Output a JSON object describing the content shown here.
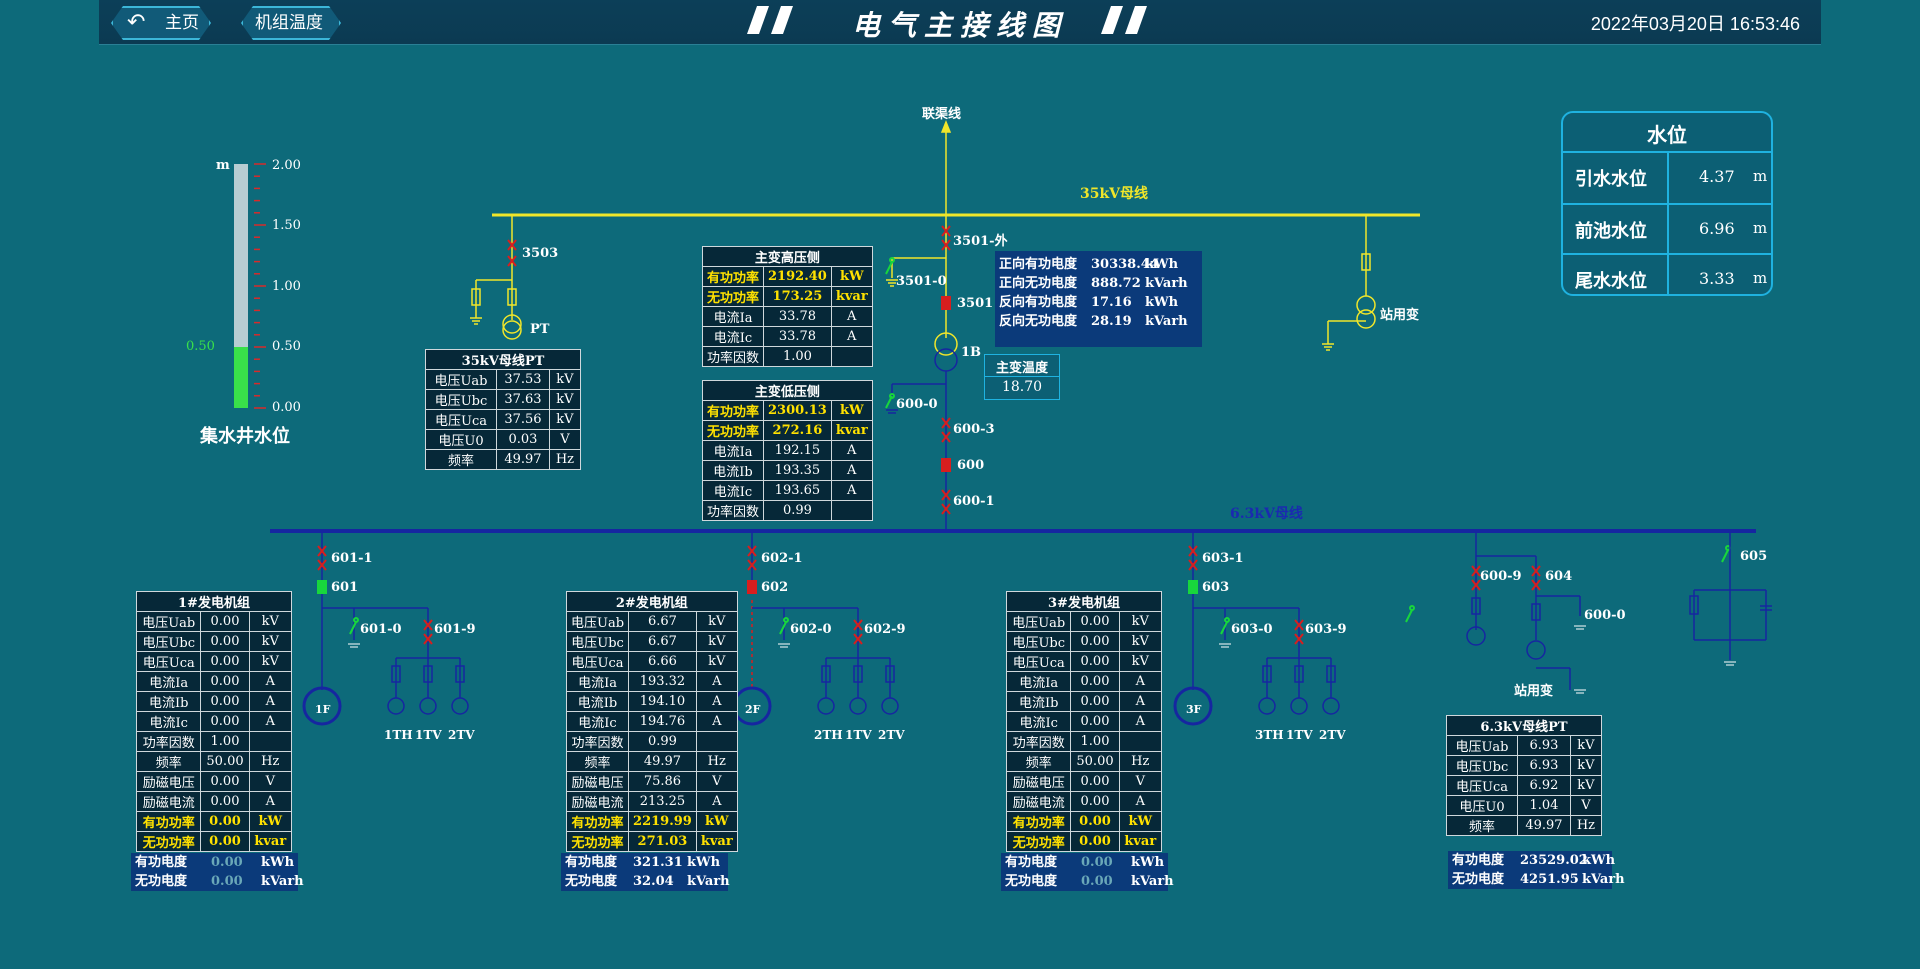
{
  "header": {
    "home_label": "主页",
    "temp_label": "机组温度",
    "title": "电气主接线图",
    "datetime": "2022年03月20日 16:53:46"
  },
  "colors": {
    "background": "#0d6a7a",
    "bus35": "#f0e62a",
    "bus63": "#1626a0",
    "closed": "#d81e1e",
    "open": "#18d63c",
    "highlight": "#ffe100"
  },
  "sump": {
    "unit": "m",
    "ticks": [
      "2.00",
      "1.50",
      "1.00",
      "0.50",
      "0.00"
    ],
    "value_text": "0.50",
    "level_fraction": 0.25,
    "label": "集水井水位"
  },
  "water": {
    "title": "水位",
    "rows": [
      {
        "label": "引水水位",
        "value": "4.37",
        "unit": "m"
      },
      {
        "label": "前池水位",
        "value": "6.96",
        "unit": "m"
      },
      {
        "label": "尾水水位",
        "value": "3.33",
        "unit": "m"
      }
    ]
  },
  "labels": {
    "liangqu": "联渠线",
    "bus35": "35kV母线",
    "bus63": "6.3kV母线",
    "zhanyongbian": "站用变",
    "zhanyongbian2": "站用变",
    "s3503": "3503",
    "pt": "PT",
    "s3501w": "3501-外",
    "s35010": "3501-0",
    "s3501": "3501",
    "b1": "1B",
    "s6000": "600-0",
    "s6003": "600-3",
    "s600": "600",
    "s6001": "600-1",
    "s6011": "601-1",
    "s601": "601",
    "s6010": "601-0",
    "s6019": "601-9",
    "s6021": "602-1",
    "s602": "602",
    "s6020": "602-0",
    "s6029": "602-9",
    "s6031": "603-1",
    "s603": "603",
    "s6030": "603-0",
    "s6039": "603-9",
    "s6009": "600-9",
    "s604": "604",
    "s6000b": "600-0",
    "s605": "605",
    "g1": "1F",
    "g2": "2F",
    "g3": "3F",
    "g1pt": [
      "1TH",
      "1TV",
      "2TV"
    ],
    "g2pt": [
      "2TH",
      "1TV",
      "2TV"
    ],
    "g3pt": [
      "3TH",
      "1TV",
      "2TV"
    ]
  },
  "pt35": {
    "title": "35kV母线PT",
    "rows": [
      [
        "电压Uab",
        "37.53",
        "kV"
      ],
      [
        "电压Ubc",
        "37.63",
        "kV"
      ],
      [
        "电压Uca",
        "37.56",
        "kV"
      ],
      [
        "电压U0",
        "0.03",
        "V"
      ],
      [
        "频率",
        "49.97",
        "Hz"
      ]
    ]
  },
  "hv": {
    "title": "主变高压侧",
    "rows": [
      [
        "有功功率",
        "2192.40",
        "kW",
        true
      ],
      [
        "无功功率",
        "173.25",
        "kvar",
        true
      ],
      [
        "电流Ia",
        "33.78",
        "A",
        false
      ],
      [
        "电流Ic",
        "33.78",
        "A",
        false
      ],
      [
        "功率因数",
        "1.00",
        "",
        false
      ]
    ]
  },
  "lv": {
    "title": "主变低压侧",
    "rows": [
      [
        "有功功率",
        "2300.13",
        "kW",
        true
      ],
      [
        "无功功率",
        "272.16",
        "kvar",
        true
      ],
      [
        "电流Ia",
        "192.15",
        "A",
        false
      ],
      [
        "电流Ib",
        "193.35",
        "A",
        false
      ],
      [
        "电流Ic",
        "193.65",
        "A",
        false
      ],
      [
        "功率因数",
        "0.99",
        "",
        false
      ]
    ]
  },
  "energy_main": [
    [
      "正向有功电度",
      "30338.44",
      "kWh"
    ],
    [
      "正向无功电度",
      "888.72",
      "kVarh"
    ],
    [
      "反向有功电度",
      "17.16",
      "kWh"
    ],
    [
      "反向无功电度",
      "28.19",
      "kVarh"
    ]
  ],
  "temp": {
    "title": "主变温度",
    "value": "18.70"
  },
  "gens": [
    {
      "title": "1#发电机组",
      "rows": [
        [
          "电压Uab",
          "0.00",
          "kV"
        ],
        [
          "电压Ubc",
          "0.00",
          "kV"
        ],
        [
          "电压Uca",
          "0.00",
          "kV"
        ],
        [
          "电流Ia",
          "0.00",
          "A"
        ],
        [
          "电流Ib",
          "0.00",
          "A"
        ],
        [
          "电流Ic",
          "0.00",
          "A"
        ],
        [
          "功率因数",
          "1.00",
          ""
        ],
        [
          "频率",
          "50.00",
          "Hz"
        ],
        [
          "励磁电压",
          "0.00",
          "V"
        ],
        [
          "励磁电流",
          "0.00",
          "A"
        ],
        [
          "有功功率",
          "0.00",
          "kW"
        ],
        [
          "无功功率",
          "0.00",
          "kvar"
        ]
      ],
      "energy": [
        [
          "有功电度",
          "0.00",
          "kWh"
        ],
        [
          "无功电度",
          "0.00",
          "kVarh"
        ]
      ]
    },
    {
      "title": "2#发电机组",
      "rows": [
        [
          "电压Uab",
          "6.67",
          "kV"
        ],
        [
          "电压Ubc",
          "6.67",
          "kV"
        ],
        [
          "电压Uca",
          "6.66",
          "kV"
        ],
        [
          "电流Ia",
          "193.32",
          "A"
        ],
        [
          "电流Ib",
          "194.10",
          "A"
        ],
        [
          "电流Ic",
          "194.76",
          "A"
        ],
        [
          "功率因数",
          "0.99",
          ""
        ],
        [
          "频率",
          "49.97",
          "Hz"
        ],
        [
          "励磁电压",
          "75.86",
          "V"
        ],
        [
          "励磁电流",
          "213.25",
          "A"
        ],
        [
          "有功功率",
          "2219.99",
          "kW"
        ],
        [
          "无功功率",
          "271.03",
          "kvar"
        ]
      ],
      "energy": [
        [
          "有功电度",
          "321.31",
          "kWh"
        ],
        [
          "无功电度",
          "32.04",
          "kVarh"
        ]
      ]
    },
    {
      "title": "3#发电机组",
      "rows": [
        [
          "电压Uab",
          "0.00",
          "kV"
        ],
        [
          "电压Ubc",
          "0.00",
          "kV"
        ],
        [
          "电压Uca",
          "0.00",
          "kV"
        ],
        [
          "电流Ia",
          "0.00",
          "A"
        ],
        [
          "电流Ib",
          "0.00",
          "A"
        ],
        [
          "电流Ic",
          "0.00",
          "A"
        ],
        [
          "功率因数",
          "1.00",
          ""
        ],
        [
          "频率",
          "50.00",
          "Hz"
        ],
        [
          "励磁电压",
          "0.00",
          "V"
        ],
        [
          "励磁电流",
          "0.00",
          "A"
        ],
        [
          "有功功率",
          "0.00",
          "kW"
        ],
        [
          "无功功率",
          "0.00",
          "kvar"
        ]
      ],
      "energy": [
        [
          "有功电度",
          "0.00",
          "kWh"
        ],
        [
          "无功电度",
          "0.00",
          "kVarh"
        ]
      ]
    }
  ],
  "pt63": {
    "title": "6.3kV母线PT",
    "rows": [
      [
        "电压Uab",
        "6.93",
        "kV"
      ],
      [
        "电压Ubc",
        "6.93",
        "kV"
      ],
      [
        "电压Uca",
        "6.92",
        "kV"
      ],
      [
        "电压U0",
        "1.04",
        "V"
      ],
      [
        "频率",
        "49.97",
        "Hz"
      ]
    ]
  },
  "energy_63": [
    [
      "有功电度",
      "23529.02",
      "kWh"
    ],
    [
      "无功电度",
      "4251.95",
      "kVarh"
    ]
  ]
}
